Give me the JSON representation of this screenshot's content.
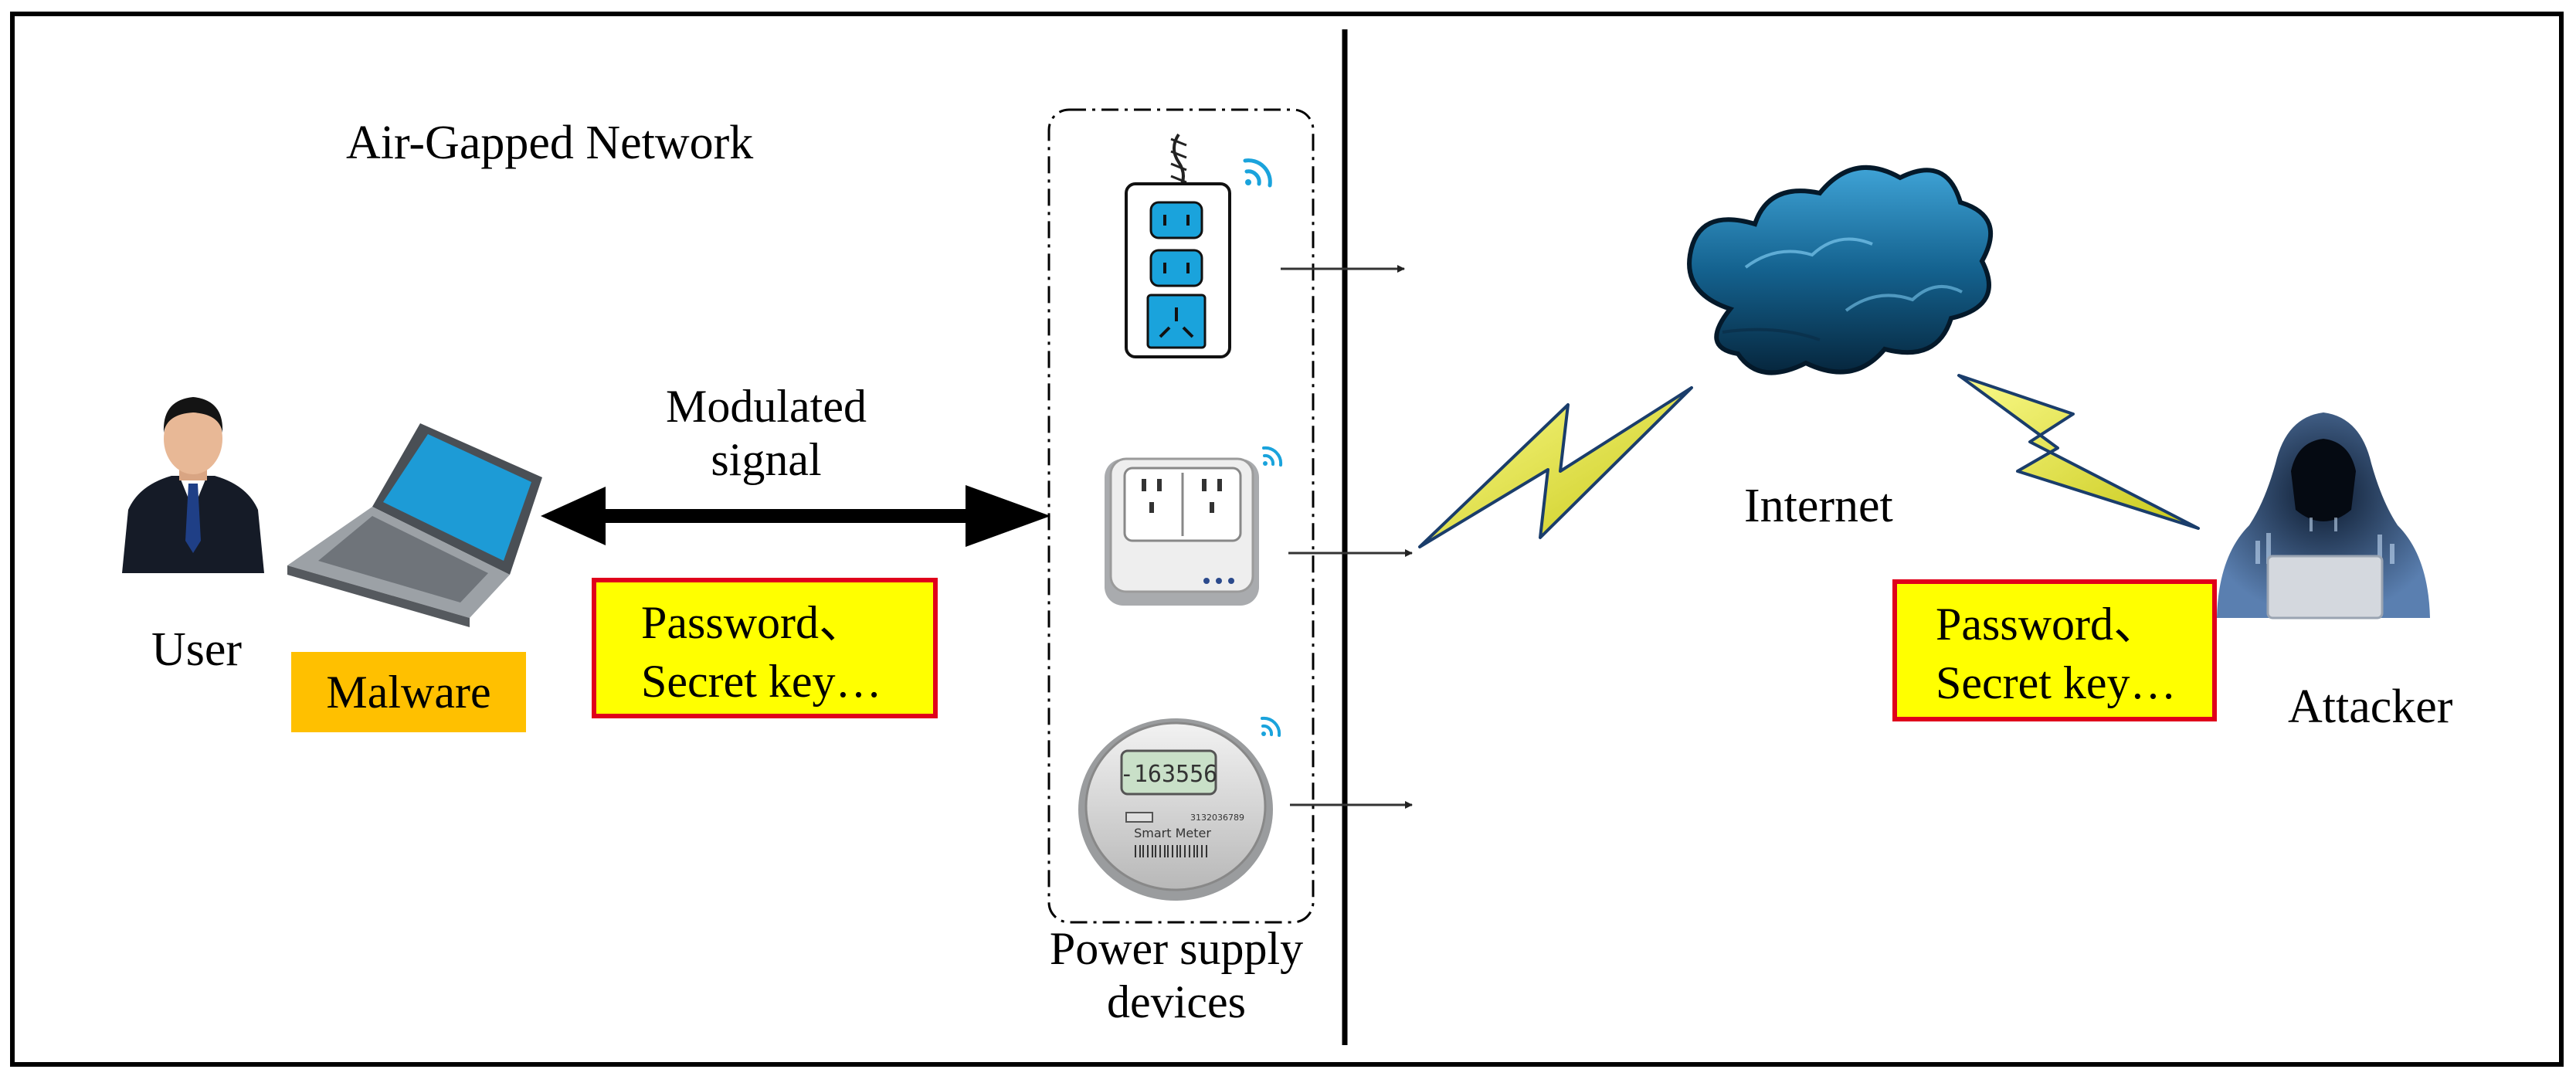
{
  "left_zone": {
    "label": "Air-Gapped Network"
  },
  "user": {
    "label": "User",
    "icon": "user-person-icon"
  },
  "laptop": {
    "icon": "laptop-icon",
    "malware_label": "Malware"
  },
  "channel": {
    "label_line1": "Modulated",
    "label_line2": "signal"
  },
  "secrets_left": {
    "line1": "Password、",
    "line2": "Secret key…"
  },
  "devices": {
    "label_line1": "Power supply",
    "label_line2": "devices",
    "items": [
      {
        "icon": "power-strip-icon"
      },
      {
        "icon": "wall-socket-icon"
      },
      {
        "icon": "smart-meter-icon",
        "display_value": "-163556",
        "caption": "Smart Meter",
        "serial": "3132036789"
      }
    ]
  },
  "internet": {
    "label": "Internet",
    "icon": "cloud-icon"
  },
  "attacker": {
    "label": "Attacker",
    "icon": "hooded-hacker-icon"
  },
  "secrets_right": {
    "line1": "Password、",
    "line2": "Secret key…"
  },
  "colors": {
    "highlight": "#ffff00",
    "highlight_border": "#e0001b",
    "malware": "#ffc000",
    "cloud": "#1b6fa0",
    "bolt": "#e8e830"
  }
}
